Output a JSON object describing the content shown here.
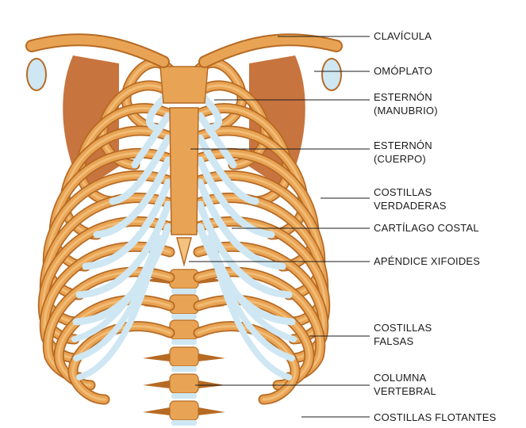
{
  "figure": {
    "labels": [
      {
        "id": "clavicula",
        "lines": [
          "CLAVÍCULA"
        ]
      },
      {
        "id": "omoplato",
        "lines": [
          "OMÓPLATO"
        ]
      },
      {
        "id": "esternon-manubrio",
        "lines": [
          "ESTERNÓN",
          "(MANUBRIO)"
        ]
      },
      {
        "id": "esternon-cuerpo",
        "lines": [
          "ESTERNÓN",
          "(CUERPO)"
        ]
      },
      {
        "id": "costillas-verdaderas",
        "lines": [
          "COSTILLAS",
          "VERDADERAS"
        ]
      },
      {
        "id": "cartilago-costal",
        "lines": [
          "CARTÍLAGO COSTAL"
        ]
      },
      {
        "id": "apendice-xifoides",
        "lines": [
          "APÉNDICE XIFOIDES"
        ]
      },
      {
        "id": "costillas-falsas",
        "lines": [
          "COSTILLAS",
          "FALSAS"
        ]
      },
      {
        "id": "columna-vertebral",
        "lines": [
          "COLUMNA",
          "VERTEBRAL"
        ]
      },
      {
        "id": "costillas-flotantes",
        "lines": [
          "COSTILLAS FLOTANTES"
        ]
      }
    ]
  },
  "colors": {
    "bone": "#e8a454",
    "bone_light": "#f3c27e",
    "bone_dark": "#b66a24",
    "muscle": "#c2652a",
    "cartilage": "#cfe7f3",
    "leader": "#1b1b1b"
  }
}
